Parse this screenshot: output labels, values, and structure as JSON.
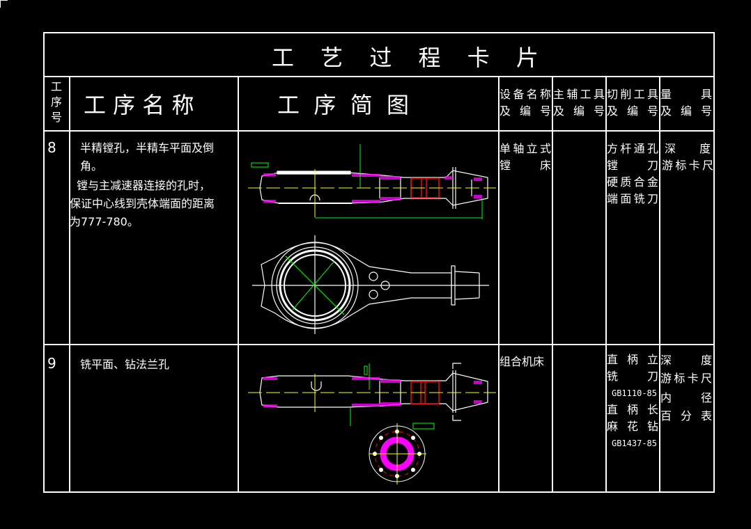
{
  "card": {
    "title": "工 艺 过 程 卡 片",
    "headers": {
      "step_no": [
        "工",
        "序",
        "号"
      ],
      "step_name": "工 序 名 称",
      "step_sketch": "工  序  简  图",
      "equipment": [
        "设备名称",
        "及 编 号"
      ],
      "aux_tools": [
        "主辅工具",
        "及 编 号"
      ],
      "cutting_tools": [
        "切削工具",
        "及 编 号"
      ],
      "gauges": [
        "量    具",
        "及 编 号"
      ]
    },
    "rows": [
      {
        "no": "8",
        "name_lines": [
          "半精镗孔，半精车平面及倒",
          "角。",
          "镗与主减速器连接的孔时，",
          "保证中心线到壳体端面的距离",
          "为777-780。"
        ],
        "equipment": [
          "单轴立式",
          "镗    床"
        ],
        "aux_tools": [],
        "cutting_tools": [
          "方杆通孔",
          "镗    刀",
          "硬质合金",
          "端面铣刀"
        ],
        "gauges": [
          "深    度",
          "游标卡尺"
        ]
      },
      {
        "no": "9",
        "name_lines": [
          "铣平面、钻法兰孔"
        ],
        "equipment": [
          "组合机床"
        ],
        "aux_tools": [],
        "cutting_tools": [
          "直 柄 立",
          "铣    刀",
          "GB1110-85",
          "直 柄 长",
          "麻 花 钻",
          "GB1437-85"
        ],
        "gauges": [
          "深    度",
          "游标卡尺",
          "内    径",
          "百 分 表"
        ]
      }
    ]
  },
  "colors": {
    "background": "#000000",
    "lines": "#ffffff",
    "centerline": "#ffff00",
    "dimension": "#00ff00",
    "hatch": "#ff00ff",
    "machined": "#ff0000"
  }
}
